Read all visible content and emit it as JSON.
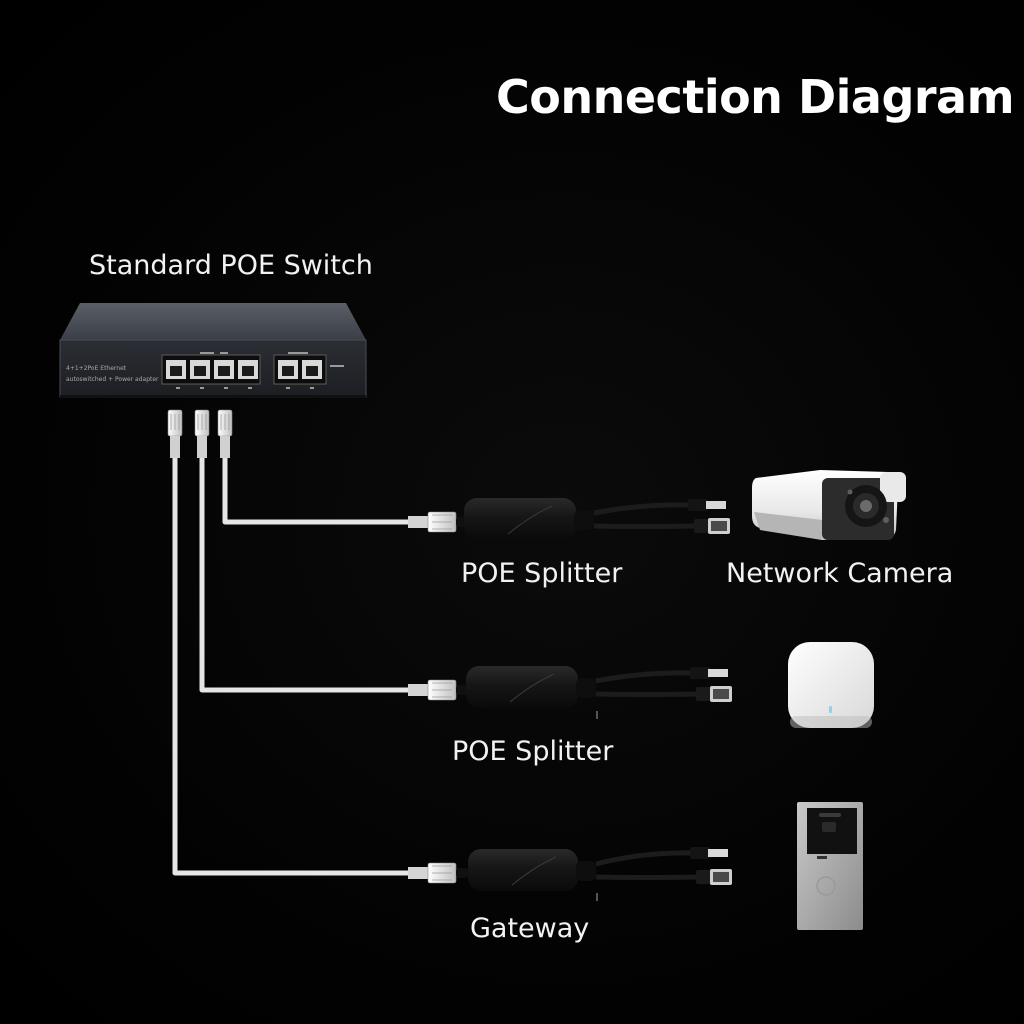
{
  "title": "Connection Diagram",
  "switch": {
    "label": "Standard POE Switch",
    "panel_text": [
      "4+1+2PoE Ethernet",
      "autoswitched + Power adapter"
    ]
  },
  "splitters": [
    {
      "label": "POE Splitter",
      "device": "Network Camera"
    },
    {
      "label": "POE Splitter",
      "device": ""
    },
    {
      "label": "Gateway",
      "device": ""
    }
  ],
  "colors": {
    "background": "#000000",
    "cable": "#e6e6e6",
    "switch_body": "#3c4048",
    "splitter": "#141414",
    "text": "#f2f2f2"
  },
  "icons": [
    "poe-switch-icon",
    "rj45-connector-icon",
    "splitter-icon",
    "bullet-camera-icon",
    "wireless-access-point-icon",
    "door-intercom-icon"
  ]
}
